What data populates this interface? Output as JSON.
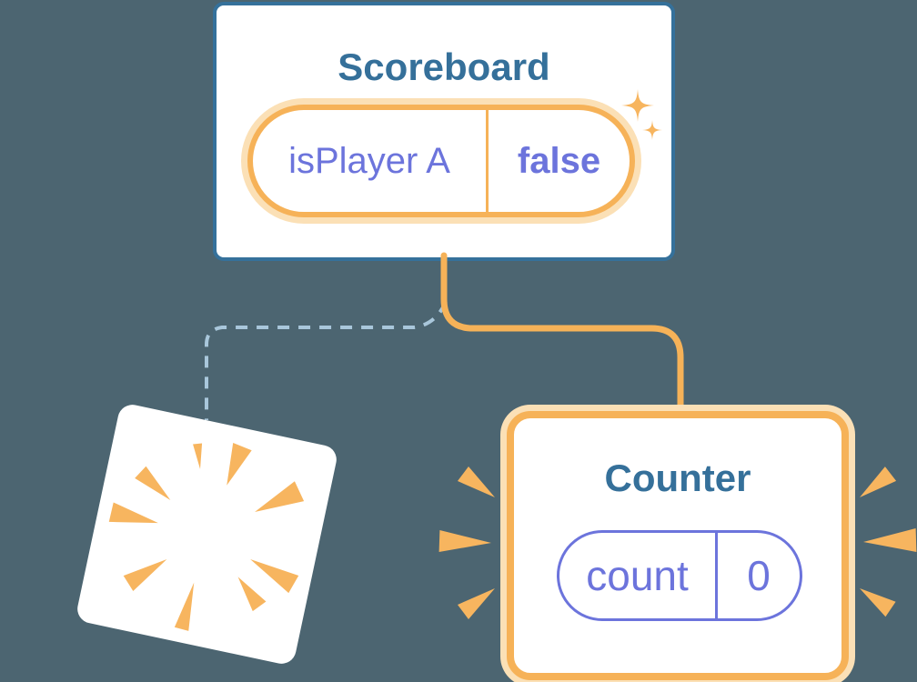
{
  "scoreboard": {
    "title": "Scoreboard",
    "state": {
      "name": "isPlayer A",
      "value": "false"
    }
  },
  "counter": {
    "title": "Counter",
    "state": {
      "name": "count",
      "value": "0"
    }
  },
  "icons": {
    "sparkles": "four-point-star-pair",
    "burst": "radial-spark-burst",
    "emphasis_sparks": "triangular-spark-rays"
  },
  "colors": {
    "background": "#4C6571",
    "card_border_blue": "#35719B",
    "title_teal": "#35709A",
    "state_purple": "#6C74DC",
    "orange": "#F6B258",
    "orange_glow": "#FBE0B6",
    "spark_orange": "#F7B55F",
    "dashed_blue": "#A9C7DB",
    "card_white": "#FFFFFF"
  }
}
